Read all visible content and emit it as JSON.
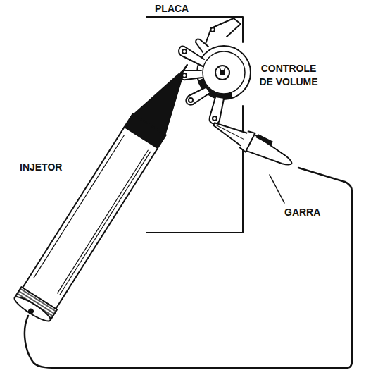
{
  "diagram": {
    "labels": [
      "PLACA",
      "CONTROLE DE VOLUME",
      "INJETOR",
      "GARRA"
    ]
  }
}
